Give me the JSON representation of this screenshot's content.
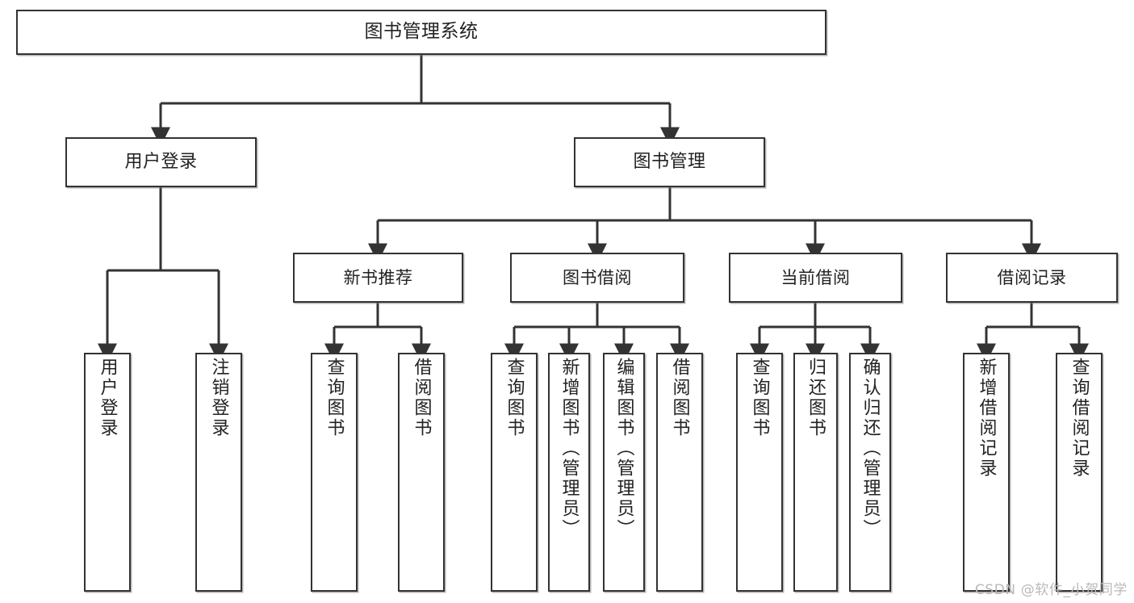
{
  "diagram": {
    "title": "图书管理系统",
    "type": "hierarchy-tree",
    "watermark": "CSDN @软件_小贺同学",
    "colors": {
      "box_border": "#333333",
      "box_fill": "#ffffff",
      "connector": "#333333",
      "text": "#222222",
      "watermark": "#b9b9b9",
      "background": "#ffffff"
    },
    "root": {
      "label": "图书管理系统"
    },
    "branches": [
      {
        "label": "用户登录",
        "leaves": [
          {
            "label": "用户登录"
          },
          {
            "label": "注销登录"
          }
        ]
      },
      {
        "label": "图书管理",
        "groups": [
          {
            "label": "新书推荐",
            "leaves": [
              {
                "label": "查询图书"
              },
              {
                "label": "借阅图书"
              }
            ]
          },
          {
            "label": "图书借阅",
            "leaves": [
              {
                "label": "查询图书"
              },
              {
                "label": "新增图书（管理员）"
              },
              {
                "label": "编辑图书（管理员）"
              },
              {
                "label": "借阅图书"
              }
            ]
          },
          {
            "label": "当前借阅",
            "leaves": [
              {
                "label": "查询图书"
              },
              {
                "label": "归还图书"
              },
              {
                "label": "确认归还（管理员）"
              }
            ]
          },
          {
            "label": "借阅记录",
            "leaves": [
              {
                "label": "新增借阅记录"
              },
              {
                "label": "查询借阅记录"
              }
            ]
          }
        ]
      }
    ]
  }
}
